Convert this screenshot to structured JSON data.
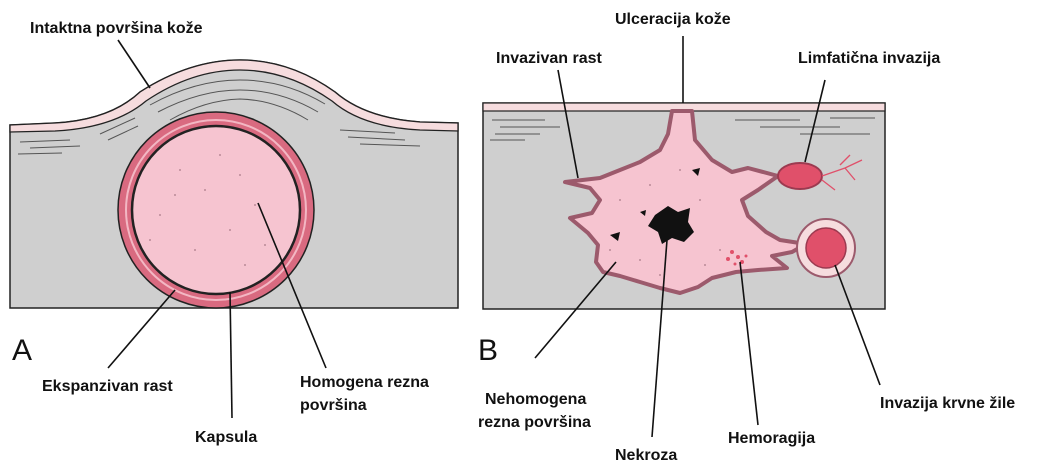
{
  "colors": {
    "tissue": "#cfcfcf",
    "skin": "#f6dcde",
    "tumor": "#f6c4d0",
    "capsule": "#d96a80",
    "tumor_border": "#9c5a6c",
    "vessel": "#e0506a",
    "necrosis": "#111111",
    "outline": "#222222"
  },
  "panel_a": {
    "letter": "A",
    "labels": {
      "skin_surface": "Intaktna površina kože",
      "expansive_growth": "Ekspanzivan rast",
      "capsule": "Kapsula",
      "cut_surface_line1": "Homogena rezna",
      "cut_surface_line2": "površina"
    }
  },
  "panel_b": {
    "letter": "B",
    "labels": {
      "ulceration": "Ulceracija kože",
      "invasive_growth": "Invazivan rast",
      "lymphatic_invasion": "Limfatična invazija",
      "cut_surface_line1": "Nehomogena",
      "cut_surface_line2": "rezna površina",
      "necrosis": "Nekroza",
      "hemorrhage": "Hemoragija",
      "blood_vessel_invasion": "Invazija krvne žile"
    }
  }
}
